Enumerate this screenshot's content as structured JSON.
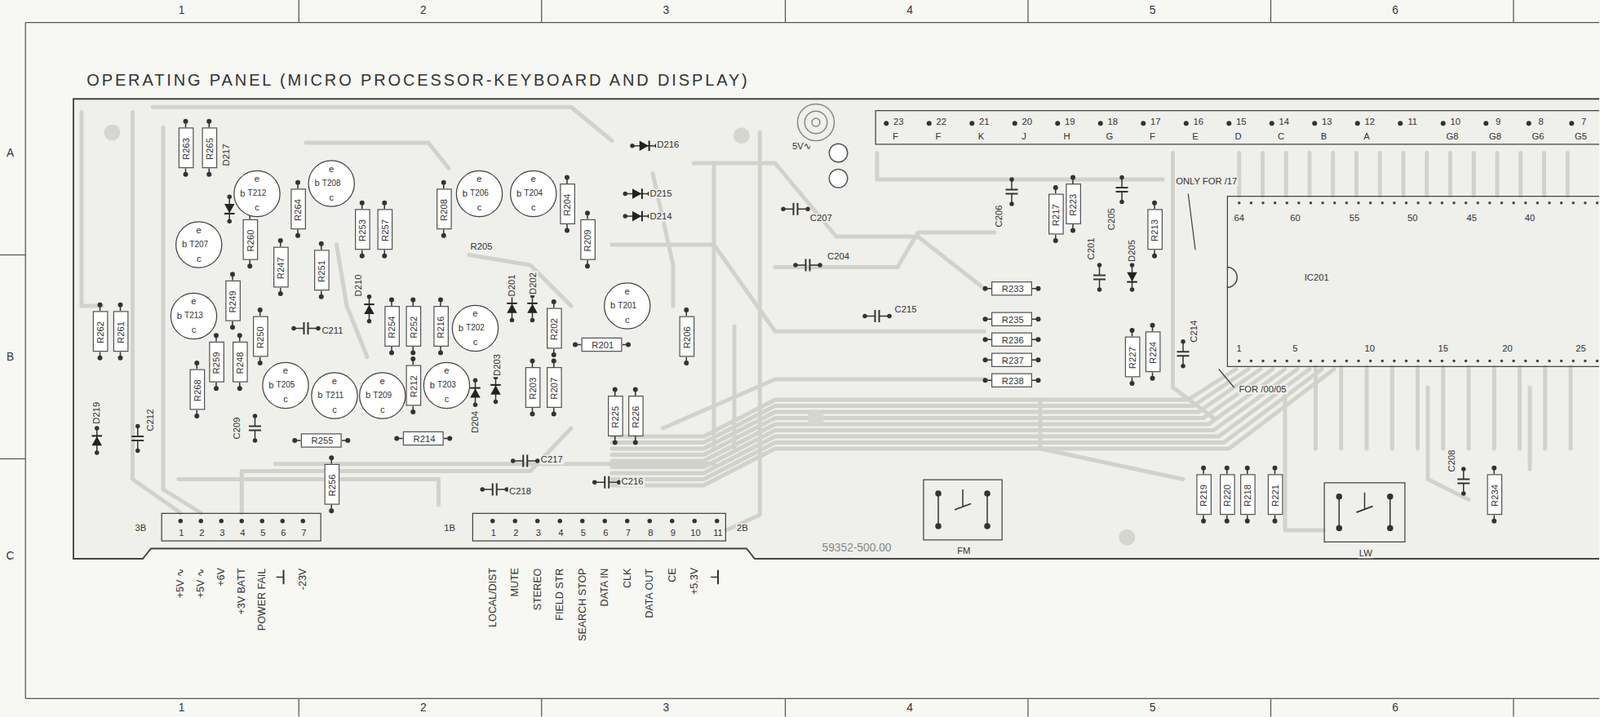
{
  "diagram": {
    "title": "OPERATING PANEL (MICRO PROCESSOR-KEYBOARD AND DISPLAY)",
    "nodes": [
      {
        "text": [
          "R263"
        ]
      },
      {
        "text": [
          "R265"
        ]
      },
      {
        "text": [
          "R264"
        ]
      },
      {
        "text": [
          "R253"
        ]
      },
      {
        "text": [
          "R257"
        ]
      },
      {
        "text": [
          "R208"
        ]
      },
      {
        "text": [
          "R204"
        ]
      },
      {
        "text": [
          "R209"
        ]
      },
      {
        "text": [
          "R260"
        ]
      },
      {
        "text": [
          "R247"
        ]
      },
      {
        "text": [
          "R251"
        ]
      },
      {
        "text": [
          "R249"
        ]
      },
      {
        "text": [
          "R262"
        ]
      },
      {
        "text": [
          "R261"
        ]
      },
      {
        "text": [
          "R250"
        ]
      },
      {
        "text": [
          "R259"
        ]
      },
      {
        "text": [
          "R248"
        ]
      },
      {
        "text": [
          "R268"
        ]
      },
      {
        "text": [
          "R254"
        ]
      },
      {
        "text": [
          "R252"
        ]
      },
      {
        "text": [
          "R216"
        ]
      },
      {
        "text": [
          "R202"
        ]
      },
      {
        "text": [
          "R201"
        ]
      },
      {
        "text": [
          "R206"
        ]
      },
      {
        "text": [
          "R212"
        ]
      },
      {
        "text": [
          "R203"
        ]
      },
      {
        "text": [
          "R207"
        ]
      },
      {
        "text": [
          "R255"
        ]
      },
      {
        "text": [
          "R214"
        ]
      },
      {
        "text": [
          "R256"
        ]
      },
      {
        "text": [
          "R225"
        ]
      },
      {
        "text": [
          "R226"
        ]
      },
      {
        "text": [
          "R233"
        ]
      },
      {
        "text": [
          "R235"
        ]
      },
      {
        "text": [
          "R236"
        ]
      },
      {
        "text": [
          "R237"
        ]
      },
      {
        "text": [
          "R238"
        ]
      },
      {
        "text": [
          "R217"
        ]
      },
      {
        "text": [
          "R223"
        ]
      },
      {
        "text": [
          "R213"
        ]
      },
      {
        "text": [
          "R227"
        ]
      },
      {
        "text": [
          "R224"
        ]
      },
      {
        "text": [
          "R219"
        ]
      },
      {
        "text": [
          "R220"
        ]
      },
      {
        "text": [
          "R218"
        ]
      },
      {
        "text": [
          "R221"
        ]
      },
      {
        "text": [
          "R234"
        ]
      },
      {
        "text": [
          "T212",
          "e",
          "b",
          "c"
        ]
      },
      {
        "text": [
          "T208",
          "e",
          "b",
          "c"
        ]
      },
      {
        "text": [
          "T207",
          "e",
          "b",
          "c"
        ]
      },
      {
        "text": [
          "T213",
          "e",
          "b",
          "c"
        ]
      },
      {
        "text": [
          "T206",
          "e",
          "b",
          "c"
        ]
      },
      {
        "text": [
          "T204",
          "e",
          "b",
          "c"
        ]
      },
      {
        "text": [
          "T202",
          "e",
          "b",
          "c"
        ]
      },
      {
        "text": [
          "T201",
          "e",
          "b",
          "c"
        ]
      },
      {
        "text": [
          "T205",
          "e",
          "b",
          "c"
        ]
      },
      {
        "text": [
          "T211",
          "e",
          "b",
          "c"
        ]
      },
      {
        "text": [
          "T209",
          "e",
          "b",
          "c"
        ]
      },
      {
        "text": [
          "T203",
          "e",
          "b",
          "c"
        ]
      },
      {
        "text": [
          "IC201"
        ]
      },
      {
        "text": [
          "FM"
        ]
      },
      {
        "text": [
          "LW"
        ]
      },
      {
        "text": [
          "3B",
          "1",
          "2",
          "3",
          "4",
          "5",
          "6",
          "7"
        ]
      },
      {
        "text": [
          "1B",
          "1",
          "2",
          "3",
          "4",
          "5",
          "6",
          "7",
          "8",
          "9",
          "10",
          "11",
          "2B"
        ]
      },
      {
        "text": [
          "23",
          "F",
          "22",
          "F",
          "21",
          "K",
          "20",
          "J",
          "19",
          "H",
          "18",
          "G",
          "17",
          "F",
          "16",
          "E",
          "15",
          "D",
          "14",
          "C",
          "13",
          "B",
          "12",
          "A",
          "11",
          "10",
          "G8",
          "9",
          "G8",
          "8",
          "G6",
          "7",
          "G5"
        ]
      }
    ],
    "labels": [
      "1",
      "2",
      "3",
      "4",
      "5",
      "6",
      "1",
      "2",
      "3",
      "4",
      "5",
      "6",
      "A",
      "B",
      "C",
      "ONLY FOR /17",
      "FOR /00/05",
      "59352-500.00",
      "5V∿",
      "C207",
      "C204",
      "C215",
      "C211",
      "C209",
      "C212",
      "C217",
      "C218",
      "C216",
      "C206",
      "C201",
      "C205",
      "C214",
      "C208",
      "D217",
      "D216",
      "D215",
      "D214",
      "D210",
      "D201",
      "D202",
      "D204",
      "D203",
      "D219",
      "D205",
      "64",
      "60",
      "55",
      "50",
      "45",
      "40",
      "1",
      "5",
      "10",
      "15",
      "20",
      "25",
      "+5V ∿",
      "+5V ∿",
      "+6V",
      "+3V BATT",
      "POWER FAIL",
      "-23V",
      "LOCAL/DIST",
      "MUTE",
      "STEREO",
      "FIELD STR",
      "SEARCH STOP",
      "DATA IN",
      "CLK",
      "DATA OUT",
      "CE",
      "+5.3V",
      "R205"
    ]
  }
}
